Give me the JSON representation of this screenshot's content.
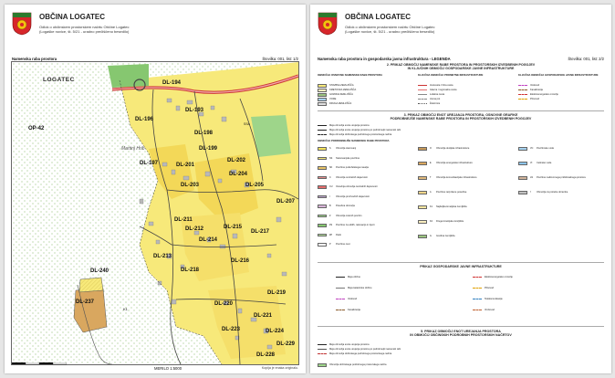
{
  "header": {
    "municipality": "OBČINA LOGATEC",
    "line1": "Odlok o občinskem prostorskem načrtu Občine Logatec",
    "line2": "(Logaške novice, št. 5/21 - uradno prečiščeno besedilo)"
  },
  "page1": {
    "title": "Namenska raba prostora",
    "sheet_no": "Številka: 001, list: 1/2",
    "scale_label": "MERILO 1:5000",
    "copyright": "Kopija je enaka originalu.",
    "map_labels": {
      "town": "LOGATEC",
      "op42": "OP-42",
      "dl194": "DL-194",
      "dl193": "DL-193",
      "dl196": "DL-196",
      "dl198": "DL-198",
      "dl197": "DL-197",
      "dl199": "DL-199",
      "dl201": "DL-201",
      "dl202": "DL-202",
      "dl204": "DL-204",
      "dl205": "DL-205",
      "dl203": "DL-203",
      "dl207": "DL-207",
      "dl211": "DL-211",
      "dl212": "DL-212",
      "dl214": "DL-214",
      "dl215": "DL-215",
      "dl217": "DL-217",
      "dl213": "DL-213",
      "dl216": "DL-216",
      "dl218": "DL-218",
      "dl219": "DL-219",
      "dl220": "DL-220",
      "dl221": "DL-221",
      "dl223": "DL-223",
      "dl224": "DL-224",
      "dl228": "DL-228",
      "dl229": "DL-229",
      "dl240": "DL-240",
      "dl237": "DL-237",
      "k1": "K1",
      "ssa": "SSa",
      "martiny": "Martinj Hrib"
    }
  },
  "page2": {
    "title": "Namenska raba prostora in gospodarska javna infrastruktura - LEGENDA",
    "sheet_no": "Številka: 001, list: 2/2",
    "section1": "2. PRIKAZ OBMOČIJ NAMENSKE RABE PROSTORA IN PROSTORSKIH IZVEDBENIH POGOJEV",
    "section1b": "IN KLJUČNIH OBMOČIJ GOSPODARSKE JAVNE INFRASTRUKTURE",
    "col1_head": "OBMOČJA OSNOVNE NAMENSKE RABE PROSTORA",
    "col2_head": "KLJUČNA OBMOČJA PROMETNE INFRASTRUKTURE",
    "col3_head": "KLJUČNA OBMOČJA GOSPODARSKE JAVNE INFRASTRUKTURE",
    "col1_items": [
      "STAVBNA ZEMLJIŠČA",
      "KMETIJSKA ZEMLJIŠČA",
      "GOZDNA ZEMLJIŠČA",
      "VODE",
      "DRUGA ZEMLJIŠČA"
    ],
    "section2": "3. PRIKAZ OBMOČIJ ENOT UREJANJA PROSTORA, OSNOVNE GRAFIKE",
    "section2b": "PODROBNEJŠE NAMENSKE RABE PROSTORA IN PROSTORSKIH IZVEDBENIH POGOJEV",
    "subhead": "OBMOČJA PODROBNEJŠE NAMENSKE RABE PROSTORA",
    "detail_items": [
      {
        "code": "S",
        "label": "Območja stanovanj",
        "color": "#f5e35a"
      },
      {
        "code": "SS",
        "label": "Stanovanjske površine",
        "color": "#f7e97a"
      },
      {
        "code": "SK",
        "label": "Površine podeželskega naselja",
        "color": "#e8c468"
      },
      {
        "code": "C",
        "label": "Območja centralnih dejavnosti",
        "color": "#e78a8a"
      },
      {
        "code": "CU",
        "label": "Osrednja območja centralnih dejavnosti",
        "color": "#e36b6b"
      },
      {
        "code": "I",
        "label": "Območja proizvodnih dejavnosti",
        "color": "#b8a0c8"
      },
      {
        "code": "B",
        "label": "Posebna območja",
        "color": "#d8b4d8"
      },
      {
        "code": "Z",
        "label": "Območja zelenih površin",
        "color": "#9ed58a"
      },
      {
        "code": "ZS",
        "label": "Površine za oddih, rekreacijo in šport",
        "color": "#86c770"
      },
      {
        "code": "ZP",
        "label": "Parki",
        "color": "#b3de9b"
      },
      {
        "code": "P",
        "label": "Površine cest",
        "color": "#ffffff"
      }
    ],
    "mid_items": [
      {
        "code": "O",
        "label": "Območja okoljske infrastrukture",
        "color": "#c79a5a"
      },
      {
        "code": "E",
        "label": "Območja energetske infrastrukture",
        "color": "#d9a75f"
      },
      {
        "code": "T",
        "label": "Območja komunikacijske infrastrukture",
        "color": "#e0b97c"
      },
      {
        "code": "A",
        "label": "Površine razpršene poselitve",
        "color": "#f0d58a"
      },
      {
        "code": "K1",
        "label": "Najboljša kmetijska zemljišča",
        "color": "#f6e6a0"
      },
      {
        "code": "K2",
        "label": "Druga kmetijska zemljišča",
        "color": "#fbefc0"
      },
      {
        "code": "G",
        "label": "Gozdna zemljišča",
        "color": "#9bc480"
      }
    ],
    "right_items": [
      {
        "code": "VC",
        "label": "Površinske vode",
        "color": "#a6d2ef"
      },
      {
        "code": "VI",
        "label": "Celinske vode",
        "color": "#8cc4ea"
      },
      {
        "code": "LN",
        "label": "Površine nadzemnega pridobivalnega prostora",
        "color": "#d0b39a"
      },
      {
        "code": "f",
        "label": "Območja za potrebe obrambe",
        "color": "#c0c0c0"
      }
    ],
    "section3": "PRIKAZ GOSPODARSKE JAVNE INFRASTRUKTURE",
    "infra_items": [
      "Meja občine",
      "Meja katastrske občine",
      "Vodovod",
      "Kanalizacija",
      "Elektroenergetsko omrežje",
      "Plinovod",
      "Telekomunikacije",
      "Vročevod"
    ],
    "section4": "5. PRIKAZ OBMOČIJ ENOT UREJANJA PROSTORA",
    "section4b": "IN OBMOČIJ OBČINSKIH PODROBNIH PROSTORSKIH NAČRTOV",
    "bottom_items": [
      "Meja območja enote urejanja prostora",
      "Meja območja enote urejanja prostora po podrobnejši namenski rabi",
      "Meja območja občinskega podrobnega prostorskega načrta"
    ],
    "footnote": "Območja občinskega podrobnega prostorskega načrta"
  }
}
